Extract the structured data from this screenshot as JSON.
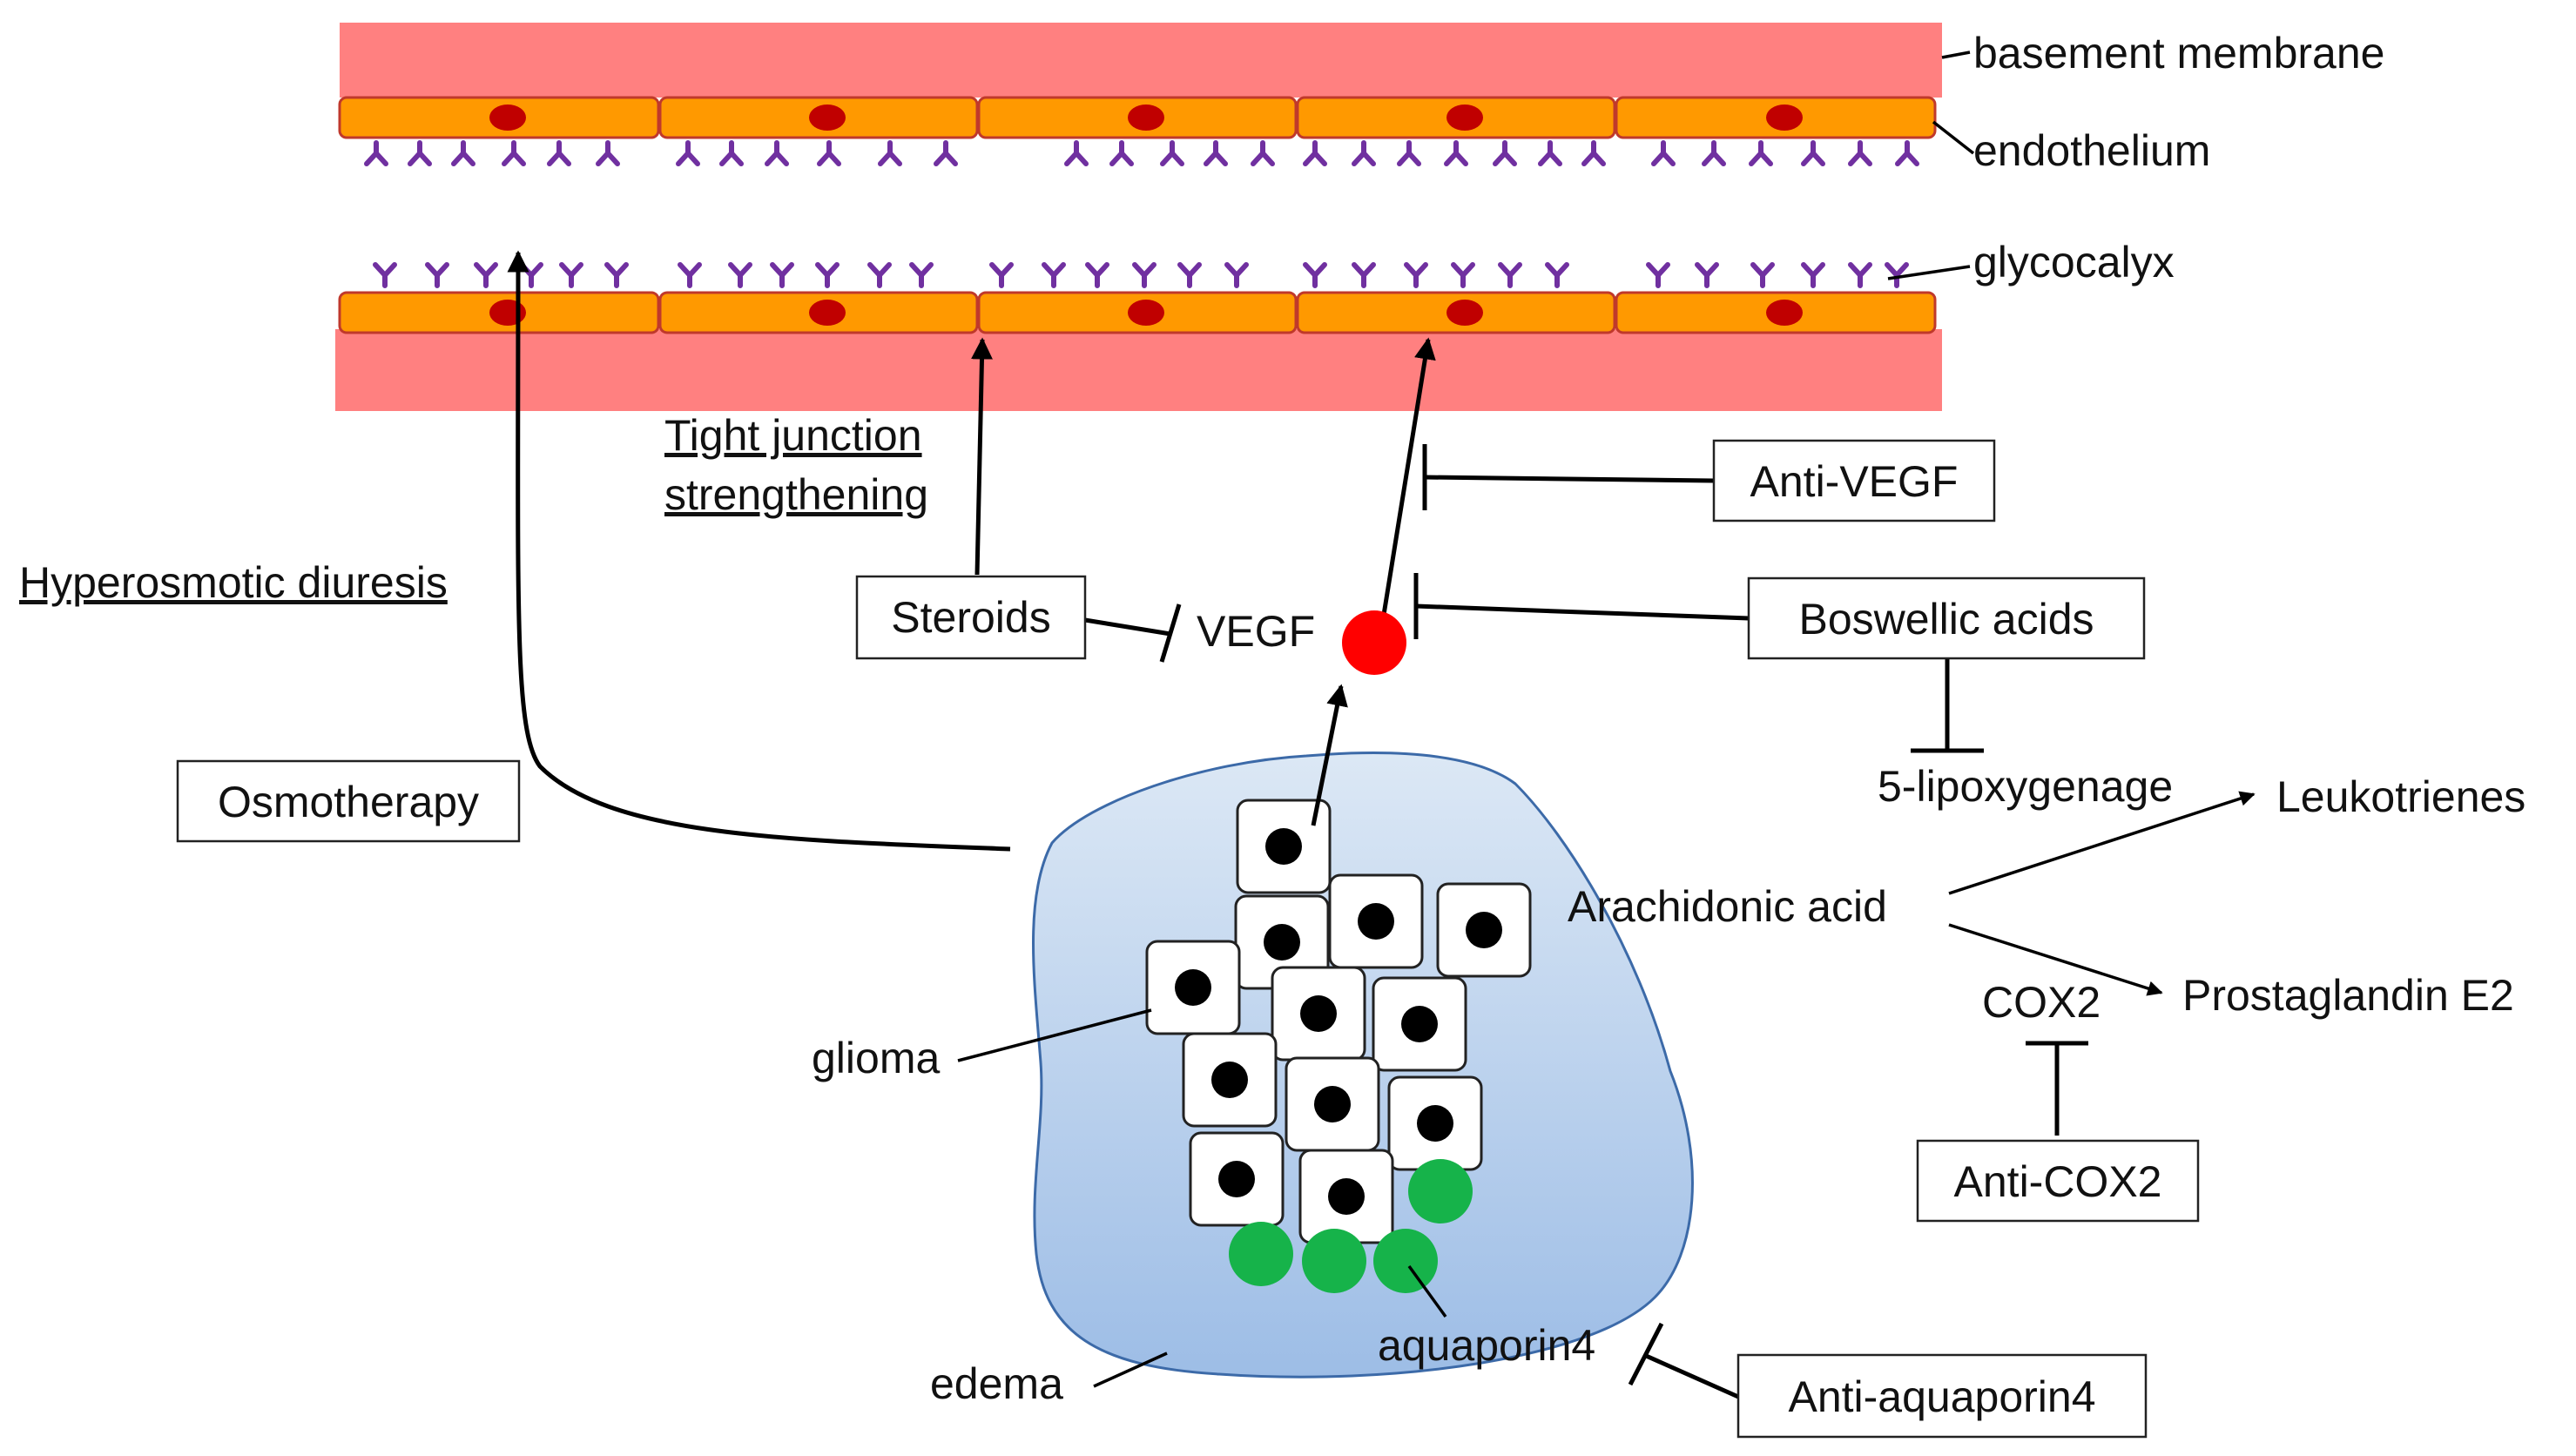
{
  "layers": {
    "basement_membrane": "basement membrane",
    "endothelium": "endothelium",
    "glycocalyx": "glycocalyx"
  },
  "mechanisms": {
    "tight_junction_line1": "Tight junction",
    "tight_junction_line2": "strengthening",
    "hyperosmotic_diuresis": "Hyperosmotic diuresis"
  },
  "treatments": {
    "steroids": "Steroids",
    "osmotherapy": "Osmotherapy",
    "anti_vegf": "Anti-VEGF",
    "boswellic_acids": "Boswellic acids",
    "anti_cox2": "Anti-COX2",
    "anti_aquaporin4": "Anti-aquaporin4"
  },
  "molecules": {
    "vegf": "VEGF",
    "lipoxygenase": "5-lipoxygenage",
    "leukotrienes": "Leukotrienes",
    "arachidonic_acid": "Arachidonic acid",
    "cox2": "COX2",
    "prostaglandin": "Prostaglandin E2",
    "aquaporin4": "aquaporin4"
  },
  "tissue": {
    "glioma": "glioma",
    "edema": "edema"
  },
  "colors": {
    "membrane": "#ff8080",
    "endothelial_cell": "#ff9900",
    "cell_border": "#c0392b",
    "nucleus": "#c00000",
    "glycocalyx": "#7030a0",
    "vegf_dot": "#ff0000",
    "aquaporin_dot": "#16b34a",
    "edema_fill_top": "#dce8f5",
    "edema_fill_bottom": "#9dbde6",
    "edema_outline": "#3c6aa8"
  }
}
